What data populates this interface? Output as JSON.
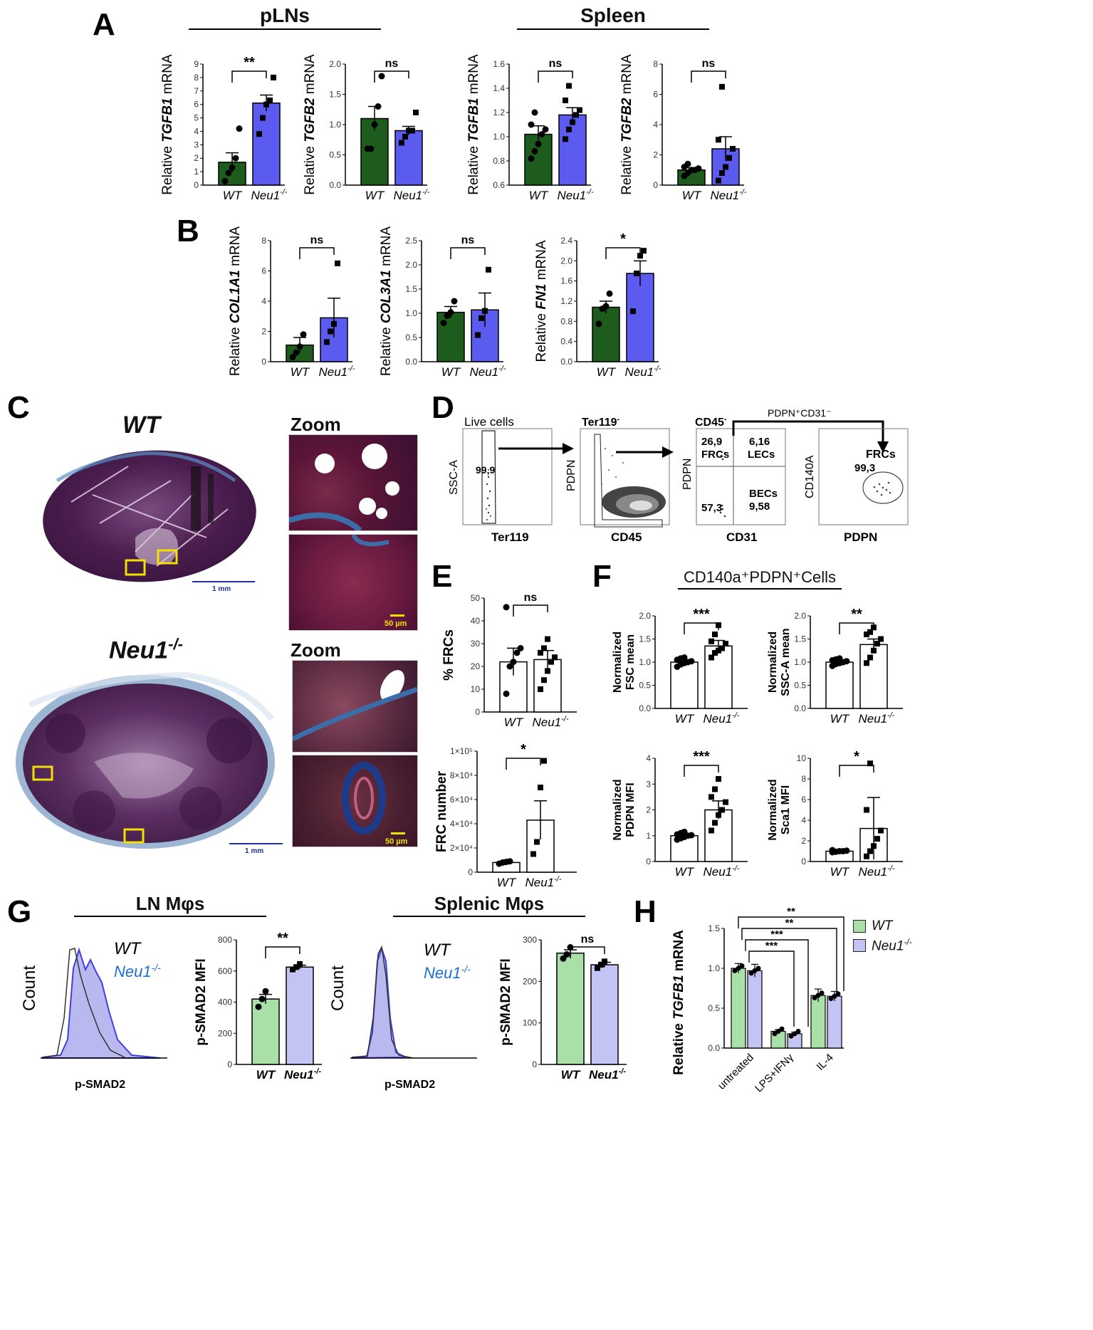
{
  "panels": {
    "A": {
      "letter": "A",
      "group_left": "pLNs",
      "group_right": "Spleen"
    },
    "B": {
      "letter": "B"
    },
    "C": {
      "letter": "C",
      "wt_label": "WT",
      "neu_label": "Neu1",
      "neu_sup": "-/-",
      "zoom_label": "Zoom",
      "scale_1mm": "1 mm",
      "scale_50um": "50 µm"
    },
    "D": {
      "letter": "D"
    },
    "E": {
      "letter": "E"
    },
    "F": {
      "letter": "F",
      "header": "CD140a⁺PDPN⁺Cells"
    },
    "G": {
      "letter": "G",
      "group_left": "LN Mφs",
      "group_right": "Splenic Mφs"
    },
    "H": {
      "letter": "H"
    }
  },
  "colors": {
    "wt_dark": "#1e5c1e",
    "neu_blue": "#5b5bf0",
    "wt_light": "#a8e0a8",
    "neu_light": "#c4c4f4",
    "white_bar": "#ffffff"
  },
  "chart_data": [
    {
      "id": "A1",
      "type": "bar",
      "ylabel_pre": "Relative ",
      "ylabel_gene": "TGFB1",
      "ylabel_post": " mRNA",
      "categories": [
        "WT",
        "Neu1-/-"
      ],
      "yticks": [
        "0",
        "1",
        "2",
        "3",
        "4",
        "5",
        "6",
        "7",
        "8",
        "9"
      ],
      "ylim": [
        0,
        9
      ],
      "values": [
        1.7,
        6.1
      ],
      "errors": [
        0.7,
        0.6
      ],
      "sig": "**",
      "points": [
        [
          0.3,
          0.9,
          1.3,
          2.0,
          4.2
        ],
        [
          3.8,
          5.0,
          6.0,
          6.3,
          8.0
        ]
      ]
    },
    {
      "id": "A2",
      "type": "bar",
      "ylabel_pre": "Relative ",
      "ylabel_gene": "TGFB2",
      "ylabel_post": " mRNA",
      "categories": [
        "WT",
        "Neu1-/-"
      ],
      "yticks": [
        "0.0",
        "0.5",
        "1.0",
        "1.5",
        "2.0"
      ],
      "ylim": [
        0,
        2
      ],
      "values": [
        1.1,
        0.9
      ],
      "errors": [
        0.2,
        0.07
      ],
      "sig": "ns",
      "points": [
        [
          0.6,
          0.6,
          1.0,
          1.3,
          1.8
        ],
        [
          0.7,
          0.8,
          0.9,
          0.9,
          1.2
        ]
      ]
    },
    {
      "id": "A3",
      "type": "bar",
      "ylabel_pre": "Relative ",
      "ylabel_gene": "TGFB1",
      "ylabel_post": " mRNA",
      "categories": [
        "WT",
        "Neu1-/-"
      ],
      "yticks": [
        "0.6",
        "0.8",
        "1.0",
        "1.2",
        "1.4",
        "1.6"
      ],
      "ylim": [
        0.6,
        1.6
      ],
      "values": [
        1.02,
        1.18
      ],
      "errors": [
        0.07,
        0.06
      ],
      "sig": "ns",
      "points": [
        [
          0.82,
          0.88,
          0.94,
          1.02,
          1.06,
          1.1,
          1.2
        ],
        [
          0.98,
          1.06,
          1.12,
          1.18,
          1.22,
          1.3,
          1.42
        ]
      ]
    },
    {
      "id": "A4",
      "type": "bar",
      "ylabel_pre": "Relative ",
      "ylabel_gene": "TGFB2",
      "ylabel_post": " mRNA",
      "categories": [
        "WT",
        "Neu1-/-"
      ],
      "yticks": [
        "0",
        "2",
        "4",
        "6",
        "8"
      ],
      "ylim": [
        0,
        8
      ],
      "values": [
        1.0,
        2.4
      ],
      "errors": [
        0.15,
        0.8
      ],
      "sig": "ns",
      "points": [
        [
          0.6,
          0.8,
          1.0,
          1.0,
          1.1,
          1.2,
          1.4
        ],
        [
          0.3,
          0.8,
          1.2,
          1.8,
          2.4,
          3.0,
          6.5
        ]
      ]
    },
    {
      "id": "B1",
      "type": "bar",
      "ylabel_pre": "Relative ",
      "ylabel_gene": "COL1A1",
      "ylabel_post": " mRNA",
      "categories": [
        "WT",
        "Neu1-/-"
      ],
      "yticks": [
        "0",
        "2",
        "4",
        "6",
        "8"
      ],
      "ylim": [
        0,
        8
      ],
      "values": [
        1.1,
        2.9
      ],
      "errors": [
        0.5,
        1.3
      ],
      "sig": "ns",
      "points": [
        [
          0.3,
          0.6,
          1.0,
          1.8
        ],
        [
          1.3,
          2.0,
          2.5,
          6.5
        ]
      ]
    },
    {
      "id": "B2",
      "type": "bar",
      "ylabel_pre": "Relative ",
      "ylabel_gene": "COL3A1",
      "ylabel_post": " mRNA",
      "categories": [
        "WT",
        "Neu1-/-"
      ],
      "yticks": [
        "0.0",
        "0.5",
        "1.0",
        "1.5",
        "2.0",
        "2.5"
      ],
      "ylim": [
        0,
        2.5
      ],
      "values": [
        1.02,
        1.07
      ],
      "errors": [
        0.12,
        0.35
      ],
      "sig": "ns",
      "points": [
        [
          0.8,
          0.95,
          1.02,
          1.25
        ],
        [
          0.55,
          0.9,
          1.05,
          1.9
        ]
      ]
    },
    {
      "id": "B3",
      "type": "bar",
      "ylabel_pre": "Relative ",
      "ylabel_gene": "FN1",
      "ylabel_post": " mRNA",
      "categories": [
        "WT",
        "Neu1-/-"
      ],
      "yticks": [
        "0.0",
        "0.4",
        "0.8",
        "1.2",
        "1.6",
        "2.0",
        "2.4"
      ],
      "ylim": [
        0,
        2.4
      ],
      "values": [
        1.08,
        1.75
      ],
      "errors": [
        0.12,
        0.25
      ],
      "sig": "*",
      "points": [
        [
          0.75,
          1.05,
          1.1,
          1.35
        ],
        [
          1.0,
          1.75,
          2.1,
          2.2
        ]
      ]
    },
    {
      "id": "E1",
      "type": "bar",
      "ylabel_pre": "% FRCs",
      "ylabel_gene": "",
      "ylabel_post": "",
      "categories": [
        "WT",
        "Neu1-/-"
      ],
      "yticks": [
        "0",
        "10",
        "20",
        "30",
        "40",
        "50"
      ],
      "ylim": [
        0,
        50
      ],
      "values": [
        22,
        23
      ],
      "errors": [
        6,
        4
      ],
      "sig": "ns",
      "points": [
        [
          8,
          20,
          22,
          26,
          28,
          46
        ],
        [
          10,
          14,
          18,
          22,
          24,
          26,
          28,
          32
        ]
      ]
    },
    {
      "id": "E2",
      "type": "bar",
      "ylabel_pre": "FRC number",
      "ylabel_gene": "",
      "ylabel_post": "",
      "categories": [
        "WT",
        "Neu1-/-"
      ],
      "yticks": [
        "0",
        "2×10⁴",
        "4×10⁴",
        "6×10⁴",
        "8×10⁴",
        "1×10⁵"
      ],
      "ylim": [
        0,
        100000
      ],
      "values": [
        8000,
        43000
      ],
      "errors": [
        1000,
        16000
      ],
      "sig": "*",
      "points": [
        [
          7000,
          8000,
          8500,
          9000
        ],
        [
          15000,
          25000,
          70000,
          92000
        ]
      ]
    },
    {
      "id": "F1",
      "type": "bar",
      "ylabel_pre": "Normalized",
      "ylabel_line2": "FSC mean",
      "categories": [
        "WT",
        "Neu1-/-"
      ],
      "yticks": [
        "0.0",
        "0.5",
        "1.0",
        "1.5",
        "2.0"
      ],
      "ylim": [
        0,
        2
      ],
      "values": [
        1.0,
        1.35
      ],
      "errors": [
        0.04,
        0.12
      ],
      "sig": "***",
      "points": [
        [
          0.9,
          0.95,
          0.98,
          1.0,
          1.02,
          1.05,
          1.08,
          1.1
        ],
        [
          1.1,
          1.2,
          1.25,
          1.3,
          1.4,
          1.45,
          1.6,
          1.8
        ]
      ]
    },
    {
      "id": "F2",
      "type": "bar",
      "ylabel_pre": "Normalized",
      "ylabel_line2": "SSC-A mean",
      "categories": [
        "WT",
        "Neu1-/-"
      ],
      "yticks": [
        "0.0",
        "0.5",
        "1.0",
        "1.5",
        "2.0"
      ],
      "ylim": [
        0,
        2
      ],
      "values": [
        1.0,
        1.38
      ],
      "errors": [
        0.03,
        0.12
      ],
      "sig": "**",
      "points": [
        [
          0.92,
          0.96,
          0.98,
          1.0,
          1.02,
          1.04,
          1.06,
          1.08
        ],
        [
          0.98,
          1.1,
          1.25,
          1.4,
          1.5,
          1.6,
          1.65,
          1.75
        ]
      ]
    },
    {
      "id": "F3",
      "type": "bar",
      "ylabel_pre": "Normalized",
      "ylabel_line2": "PDPN MFI",
      "categories": [
        "WT",
        "Neu1-/-"
      ],
      "yticks": [
        "0",
        "1",
        "2",
        "3",
        "4"
      ],
      "ylim": [
        0,
        4
      ],
      "values": [
        1.0,
        2.0
      ],
      "errors": [
        0.05,
        0.35
      ],
      "sig": "***",
      "points": [
        [
          0.85,
          0.9,
          0.95,
          1.0,
          1.02,
          1.05,
          1.1,
          1.15
        ],
        [
          1.2,
          1.5,
          1.8,
          2.0,
          2.3,
          2.5,
          2.8,
          3.2
        ]
      ]
    },
    {
      "id": "F4",
      "type": "bar",
      "ylabel_pre": "Normalized",
      "ylabel_line2": "Sca1 MFI",
      "categories": [
        "WT",
        "Neu1-/-"
      ],
      "yticks": [
        "0",
        "2",
        "4",
        "6",
        "8",
        "10"
      ],
      "ylim": [
        0,
        10
      ],
      "values": [
        1.0,
        3.2
      ],
      "errors": [
        0.05,
        3.0
      ],
      "sig": "*",
      "points": [
        [
          0.9,
          0.95,
          1.0,
          1.0,
          1.05,
          1.1
        ],
        [
          0.5,
          1.0,
          1.5,
          2.2,
          3.0,
          5.0,
          9.5
        ]
      ]
    },
    {
      "id": "G1",
      "type": "bar",
      "ylabel_pre": "p-SMAD2 MFI",
      "categories": [
        "WT",
        "Neu1-/-"
      ],
      "yticks": [
        "0",
        "200",
        "400",
        "600",
        "800"
      ],
      "ylim": [
        0,
        800
      ],
      "values": [
        420,
        625
      ],
      "errors": [
        30,
        12
      ],
      "sig": "**",
      "points": [
        [
          370,
          420,
          470
        ],
        [
          610,
          625,
          645
        ]
      ]
    },
    {
      "id": "G2",
      "type": "bar",
      "ylabel_pre": "p-SMAD2 MFI",
      "categories": [
        "WT",
        "Neu1-/-"
      ],
      "yticks": [
        "0",
        "100",
        "200",
        "300"
      ],
      "ylim": [
        0,
        300
      ],
      "values": [
        268,
        240
      ],
      "errors": [
        8,
        6
      ],
      "sig": "ns",
      "points": [
        [
          255,
          265,
          282
        ],
        [
          232,
          240,
          248
        ]
      ]
    },
    {
      "id": "H1",
      "type": "bar",
      "ylabel_pre": "Relative ",
      "ylabel_gene": "TGFB1",
      "ylabel_post": " mRNA",
      "categories": [
        "untreated",
        "LPS+IFNγ",
        "IL-4"
      ],
      "yticks": [
        "0.0",
        "0.5",
        "1.0",
        "1.5"
      ],
      "ylim": [
        0,
        1.5
      ],
      "series": [
        {
          "name": "WT",
          "values": [
            1.0,
            0.21,
            0.66
          ],
          "errors": [
            0.06,
            0.02,
            0.08
          ]
        },
        {
          "name": "Neu1-/-",
          "values": [
            0.97,
            0.18,
            0.65
          ],
          "errors": [
            0.08,
            0.02,
            0.06
          ]
        }
      ],
      "sig": [
        "**",
        "**",
        "***",
        "***"
      ]
    }
  ],
  "flow": {
    "p1": {
      "top": "Live cells",
      "xlabel": "Ter119",
      "ylabel": "SSC-A",
      "gate": "99,9"
    },
    "p2": {
      "top": "Ter119",
      "top_sup": "-",
      "xlabel": "CD45",
      "ylabel": "PDPN"
    },
    "p3": {
      "top": "CD45",
      "top_sup": "-",
      "xlabel": "CD31",
      "ylabel": "PDPN",
      "q1": "26,9",
      "q1b": "FRCs",
      "q2": "6,16",
      "q2b": "LECs",
      "q3": "57,3",
      "q4": "BECs",
      "q4b": "9,58"
    },
    "p4": {
      "top": "PDPN⁺CD31⁻",
      "xlabel": "PDPN",
      "ylabel": "CD140A",
      "gate_name": "FRCs",
      "gate": "99,3"
    }
  },
  "histograms": {
    "left": {
      "ylabel": "Count",
      "xlabel": "p-SMAD2",
      "wt": "WT",
      "neu": "Neu1",
      "neu_sup": "-/-"
    },
    "right": {
      "ylabel": "Count",
      "xlabel": "p-SMAD2",
      "wt": "WT",
      "neu": "Neu1",
      "neu_sup": "-/-"
    }
  },
  "legendH": {
    "wt": "WT",
    "neu": "Neu1",
    "neu_sup": "-/-"
  }
}
